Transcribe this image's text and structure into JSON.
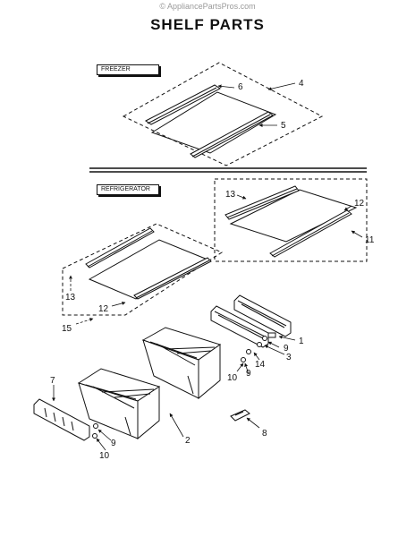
{
  "watermark": "© AppliancePartsPros.com",
  "title": "SHELF PARTS",
  "sections": {
    "freezer_label": "FREEZER",
    "refrigerator_label": "REFRIGERATOR"
  },
  "callouts": [
    {
      "id": "c4",
      "text": "4"
    },
    {
      "id": "c6",
      "text": "6"
    },
    {
      "id": "c5",
      "text": "5"
    },
    {
      "id": "c13a",
      "text": "13"
    },
    {
      "id": "c12a",
      "text": "12"
    },
    {
      "id": "c11",
      "text": "11"
    },
    {
      "id": "c13b",
      "text": "13"
    },
    {
      "id": "c12b",
      "text": "12"
    },
    {
      "id": "c15",
      "text": "15"
    },
    {
      "id": "c1",
      "text": "1"
    },
    {
      "id": "c9a",
      "text": "9"
    },
    {
      "id": "c3",
      "text": "3"
    },
    {
      "id": "c14",
      "text": "14"
    },
    {
      "id": "c10a",
      "text": "10"
    },
    {
      "id": "c9b",
      "text": "9"
    },
    {
      "id": "c7",
      "text": "7"
    },
    {
      "id": "c9c",
      "text": "9"
    },
    {
      "id": "c10b",
      "text": "10"
    },
    {
      "id": "c2",
      "text": "2"
    },
    {
      "id": "c8",
      "text": "8"
    }
  ]
}
